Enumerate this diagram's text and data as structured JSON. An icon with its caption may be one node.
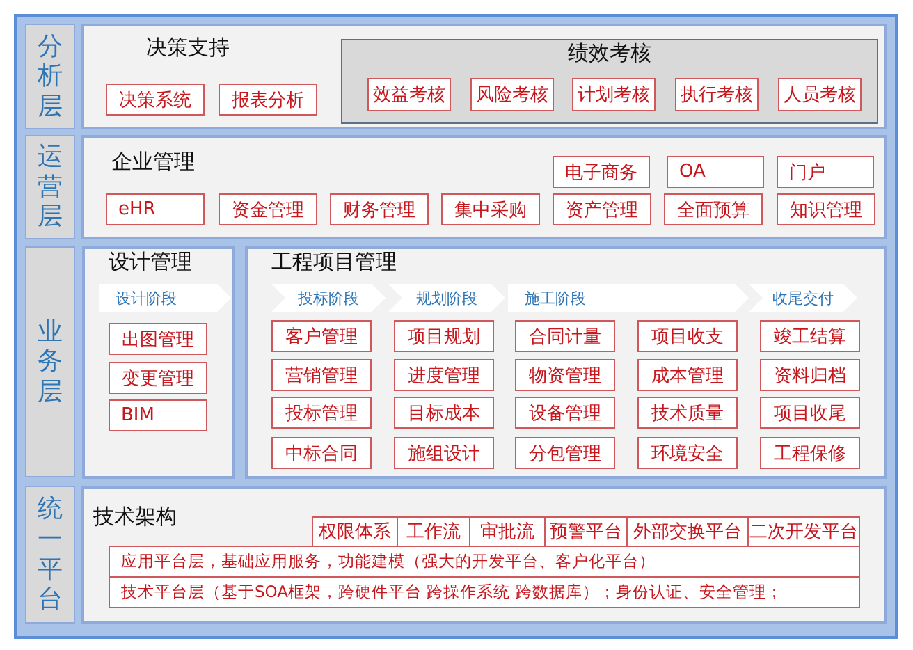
{
  "diagram": {
    "nodes": [
      {
        "text": [
          "分析层"
        ]
      },
      {
        "text": [
          "决策支持"
        ]
      },
      {
        "text": [
          "决策系统"
        ],
        "in": 1
      },
      {
        "text": [
          "报表分析"
        ],
        "in": 1
      },
      {
        "text": [
          "绩效考核"
        ],
        "in": 1
      },
      {
        "text": [
          "效益考核"
        ],
        "in": 4
      },
      {
        "text": [
          "风险考核"
        ],
        "in": 4
      },
      {
        "text": [
          "计划考核"
        ],
        "in": 4
      },
      {
        "text": [
          "执行考核"
        ],
        "in": 4
      },
      {
        "text": [
          "人员考核"
        ],
        "in": 4
      },
      {
        "text": [
          "运营层"
        ]
      },
      {
        "text": [
          "企业管理"
        ]
      },
      {
        "text": [
          "电子商务"
        ],
        "in": 11
      },
      {
        "text": [
          "OA"
        ],
        "in": 11
      },
      {
        "text": [
          "门户"
        ],
        "in": 11
      },
      {
        "text": [
          "eHR"
        ],
        "in": 11
      },
      {
        "text": [
          "资金管理"
        ],
        "in": 11
      },
      {
        "text": [
          "财务管理"
        ],
        "in": 11
      },
      {
        "text": [
          "集中采购"
        ],
        "in": 11
      },
      {
        "text": [
          "资产管理"
        ],
        "in": 11
      },
      {
        "text": [
          "全面预算"
        ],
        "in": 11
      },
      {
        "text": [
          "知识管理"
        ],
        "in": 11
      },
      {
        "text": [
          "业务层"
        ]
      },
      {
        "text": [
          "设计管理"
        ]
      },
      {
        "text": [
          "设计阶段"
        ],
        "in": 23
      },
      {
        "text": [
          "出图管理"
        ],
        "in": 23
      },
      {
        "text": [
          "变更管理"
        ],
        "in": 23
      },
      {
        "text": [
          "BIM"
        ],
        "in": 23
      },
      {
        "text": [
          "工程项目管理"
        ]
      },
      {
        "text": [
          "投标阶段"
        ],
        "in": 28
      },
      {
        "text": [
          "规划阶段"
        ],
        "in": 28
      },
      {
        "text": [
          "施工阶段"
        ],
        "in": 28
      },
      {
        "text": [
          "收尾交付"
        ],
        "in": 28
      },
      {
        "text": [
          "客户管理"
        ],
        "in": 28
      },
      {
        "text": [
          "项目规划"
        ],
        "in": 28
      },
      {
        "text": [
          "合同计量"
        ],
        "in": 28
      },
      {
        "text": [
          "项目收支"
        ],
        "in": 28
      },
      {
        "text": [
          "竣工结算"
        ],
        "in": 28
      },
      {
        "text": [
          "营销管理"
        ],
        "in": 28
      },
      {
        "text": [
          "进度管理"
        ],
        "in": 28
      },
      {
        "text": [
          "物资管理"
        ],
        "in": 28
      },
      {
        "text": [
          "成本管理"
        ],
        "in": 28
      },
      {
        "text": [
          "资料归档"
        ],
        "in": 28
      },
      {
        "text": [
          "投标管理"
        ],
        "in": 28
      },
      {
        "text": [
          "目标成本"
        ],
        "in": 28
      },
      {
        "text": [
          "设备管理"
        ],
        "in": 28
      },
      {
        "text": [
          "技术质量"
        ],
        "in": 28
      },
      {
        "text": [
          "项目收尾"
        ],
        "in": 28
      },
      {
        "text": [
          "中标合同"
        ],
        "in": 28
      },
      {
        "text": [
          "施组设计"
        ],
        "in": 28
      },
      {
        "text": [
          "分包管理"
        ],
        "in": 28
      },
      {
        "text": [
          "环境安全"
        ],
        "in": 28
      },
      {
        "text": [
          "工程保修"
        ],
        "in": 28
      },
      {
        "text": [
          "统一平台"
        ]
      },
      {
        "text": [
          "技术架构"
        ]
      },
      {
        "text": [
          "权限体系"
        ],
        "in": 54
      },
      {
        "text": [
          "工作流"
        ],
        "in": 54
      },
      {
        "text": [
          "审批流"
        ],
        "in": 54
      },
      {
        "text": [
          "预警平台"
        ],
        "in": 54
      },
      {
        "text": [
          "外部交换平台"
        ],
        "in": 54
      },
      {
        "text": [
          "二次开发平台"
        ],
        "in": 54
      },
      {
        "text": [
          "应用平台层，基础应用服务，功能建模（强大的开发平台、客户化平台）"
        ],
        "in": 54
      },
      {
        "text": [
          "技术平台层（基于SOA框架，跨硬件平台 跨操作系统 跨数据库）；身份认证、安全管理；"
        ],
        "in": 54
      }
    ]
  }
}
